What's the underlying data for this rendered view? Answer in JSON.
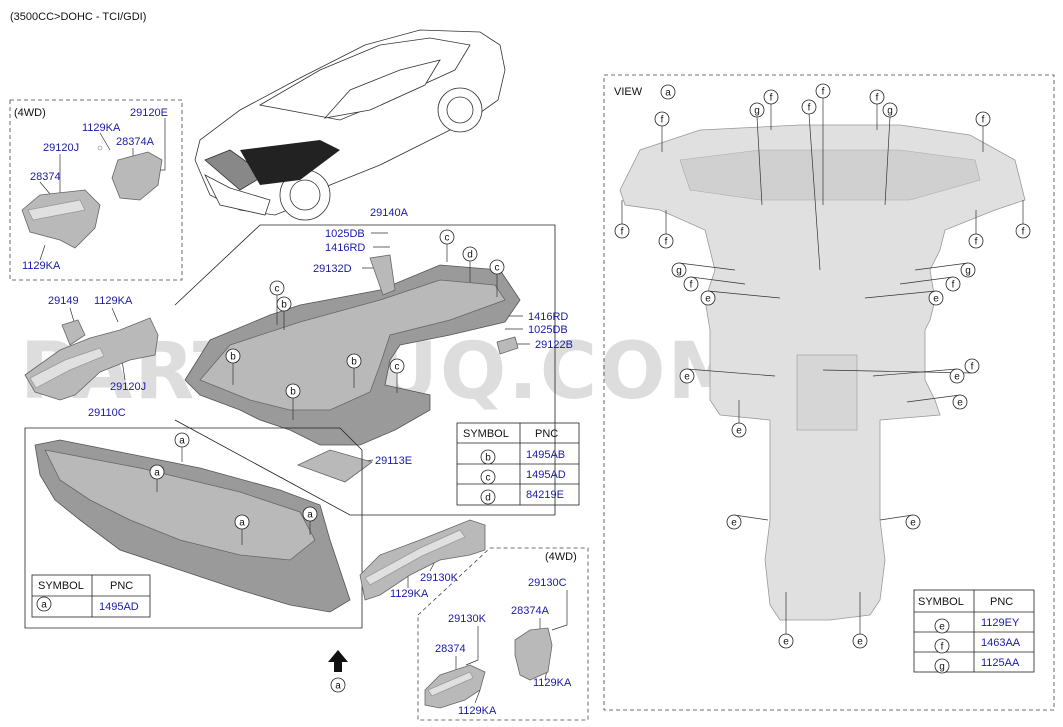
{
  "header": {
    "engine_caption": "(3500CC>DOHC - TCI/GDI)"
  },
  "watermark": "PARTSOUQ.COM",
  "view": {
    "title": "VIEW",
    "marker": "A"
  },
  "arrow_marker": "A",
  "box_4wd_top": {
    "caption": "(4WD)",
    "labels": {
      "p29120E": "29120E",
      "p1129KA_a": "1129KA",
      "p28374A": "28374A",
      "p29120J": "29120J",
      "p28374": "28374",
      "p1129KA_b": "1129KA"
    }
  },
  "left_group": {
    "p29149": "29149",
    "p1129KA": "1129KA",
    "p29120J": "29120J"
  },
  "main_box": {
    "labels": {
      "p29140A": "29140A",
      "p1025DB_a": "1025DB",
      "p1416RD_a": "1416RD",
      "p29132D": "29132D",
      "p1416RD_b": "1416RD",
      "p1025DB_b": "1025DB",
      "p29122B": "29122B",
      "p29113E": "29113E"
    },
    "table": {
      "headers": [
        "SYMBOL",
        "PNC"
      ],
      "rows": [
        {
          "symbol": "b",
          "pnc": "1495AB"
        },
        {
          "symbol": "c",
          "pnc": "1495AD"
        },
        {
          "symbol": "d",
          "pnc": "84219E"
        }
      ]
    }
  },
  "front_box": {
    "labels": {
      "p29110C": "29110C"
    },
    "table": {
      "headers": [
        "SYMBOL",
        "PNC"
      ],
      "rows": [
        {
          "symbol": "a",
          "pnc": "1495AD"
        }
      ]
    }
  },
  "side_group": {
    "p29130K": "29130K",
    "p1129KA": "1129KA"
  },
  "box_4wd_bottom": {
    "caption": "(4WD)",
    "labels": {
      "p29130C": "29130C",
      "p29130K": "29130K",
      "p28374A": "28374A",
      "p28374": "28374",
      "p1129KA_a": "1129KA",
      "p1129KA_b": "1129KA"
    }
  },
  "view_table": {
    "headers": [
      "SYMBOL",
      "PNC"
    ],
    "rows": [
      {
        "symbol": "e",
        "pnc": "1129EY"
      },
      {
        "symbol": "f",
        "pnc": "1463AA"
      },
      {
        "symbol": "g",
        "pnc": "1125AA"
      }
    ]
  },
  "symbols": {
    "a": "a",
    "b": "b",
    "c": "c",
    "d": "d",
    "e": "e",
    "f": "f",
    "g": "g"
  }
}
